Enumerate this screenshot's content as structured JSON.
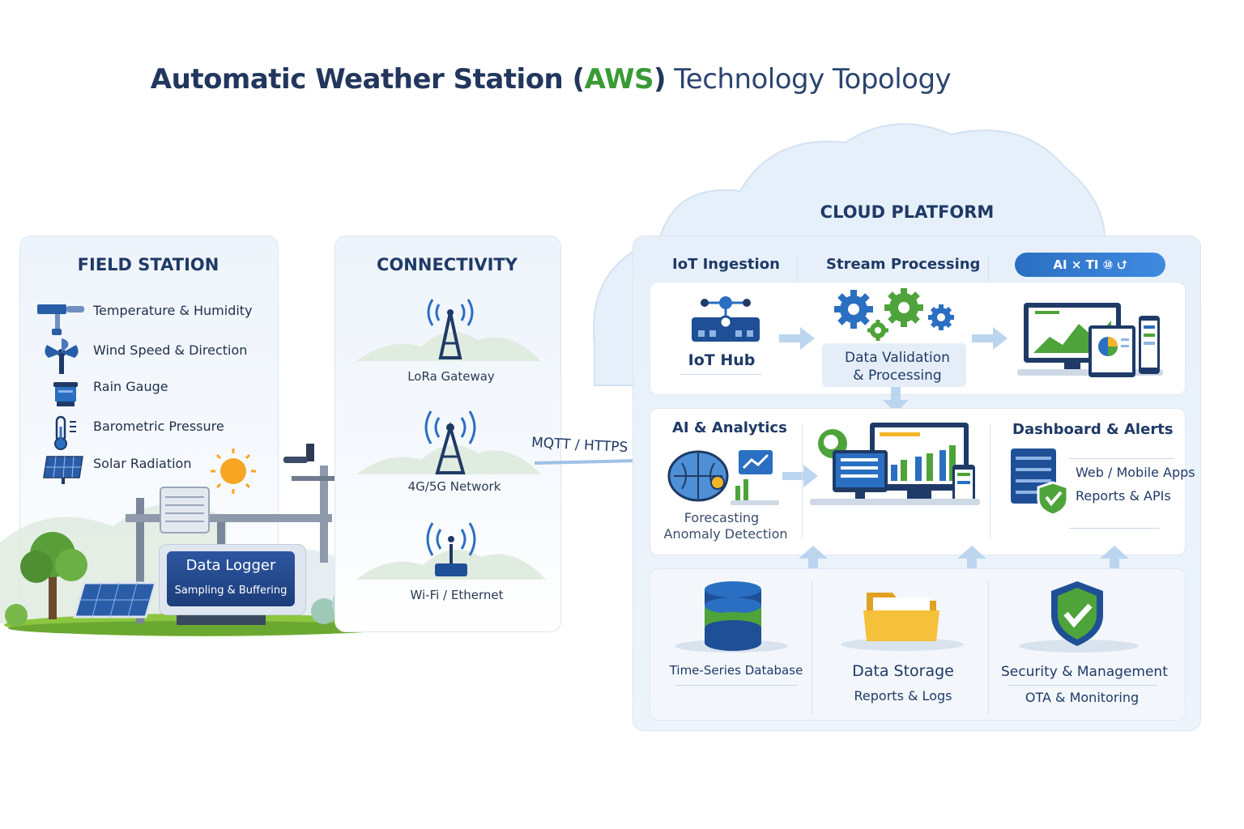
{
  "title": {
    "part1": "Automatic Weather Station (",
    "part2": "AWS",
    "part3": ")",
    "part4": " Technology Topology"
  },
  "field_station": {
    "title": "FIELD STATION",
    "sensors": [
      {
        "label": "Temperature & Humidity",
        "icon": "thermo-hygro-icon"
      },
      {
        "label": "Wind Speed & Direction",
        "icon": "anemometer-icon"
      },
      {
        "label": "Rain Gauge",
        "icon": "rain-gauge-icon"
      },
      {
        "label": "Barometric Pressure",
        "icon": "thermometer-icon"
      },
      {
        "label": "Solar Radiation",
        "icon": "solar-panel-icon"
      }
    ],
    "logger": {
      "title": "Data Logger",
      "subtitle": "Sampling & Buffering"
    }
  },
  "connectivity": {
    "title": "CONNECTIVITY",
    "items": [
      {
        "label": "LoRa Gateway",
        "icon": "radio-tower-icon"
      },
      {
        "label": "4G/5G Network",
        "icon": "cell-tower-icon"
      },
      {
        "label": "Wi-Fi / Ethernet",
        "icon": "wifi-router-icon"
      }
    ],
    "protocol": "MQTT / HTTPS"
  },
  "cloud": {
    "title": "CLOUD PLATFORM",
    "tabs": {
      "ingestion": "IoT Ingestion",
      "stream": "Stream Processing",
      "ai_badge": "AI × TI ⑩ ⮍"
    },
    "iot_hub": "IoT Hub",
    "validation": {
      "line1": "Data Validation",
      "line2": "& Processing"
    },
    "ai": {
      "title": "AI & Analytics",
      "line1": "Forecasting",
      "line2": "Anomaly Detection"
    },
    "dashboard": {
      "title": "Dashboard & Alerts",
      "line1": "Web / Mobile Apps",
      "line2": "Reports & APIs"
    },
    "tsdb": "Time-Series Database",
    "storage": {
      "title": "Data Storage",
      "sub": "Reports & Logs"
    },
    "security": {
      "title": "Security & Management",
      "sub": "OTA & Monitoring"
    }
  },
  "colors": {
    "navy": "#1f3a66",
    "green": "#3a9a36",
    "blue": "#2a6fc1",
    "gold": "#f2b52a"
  }
}
